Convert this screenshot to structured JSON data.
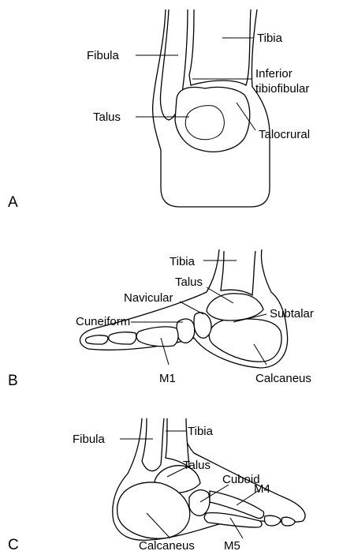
{
  "panels": {
    "a": {
      "letter": "A",
      "labels": {
        "fibula": "Fibula",
        "tibia": "Tibia",
        "inferior_tibiofibular": [
          "Inferior",
          "tibiofibular"
        ],
        "talus": "Talus",
        "talocrural": "Talocrural"
      }
    },
    "b": {
      "letter": "B",
      "labels": {
        "tibia": "Tibia",
        "talus": "Talus",
        "navicular": "Navicular",
        "cuneiform": "Cuneiform",
        "subtalar": "Subtalar",
        "m1": "M1",
        "calcaneus": "Calcaneus"
      }
    },
    "c": {
      "letter": "C",
      "labels": {
        "fibula": "Fibula",
        "tibia": "Tibia",
        "talus": "Talus",
        "cuboid": "Cuboid",
        "m4": "M4",
        "calcaneus": "Calcaneus",
        "m5": "M5"
      }
    }
  }
}
